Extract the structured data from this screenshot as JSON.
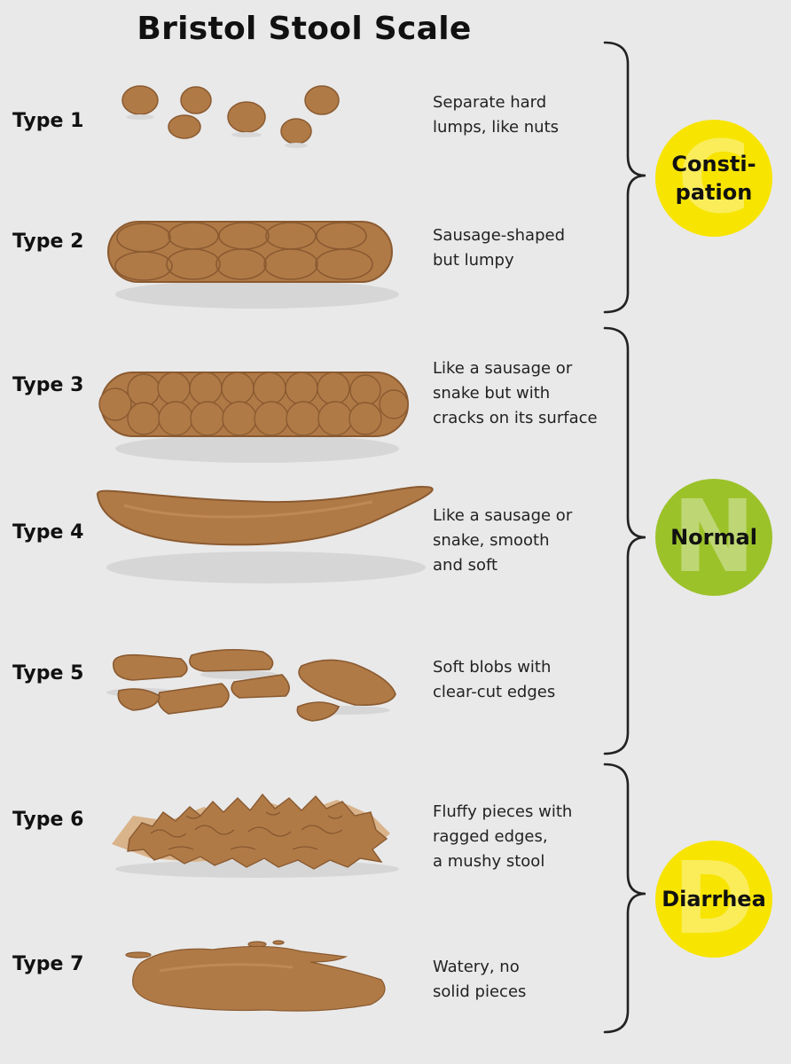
{
  "title": "Bristol Stool Scale",
  "types": [
    {
      "label": "Type 1",
      "description": [
        "Separate hard",
        "lumps, like nuts"
      ]
    },
    {
      "label": "Type 2",
      "description": [
        "Sausage-shaped",
        "but lumpy"
      ]
    },
    {
      "label": "Type 3",
      "description": [
        "Like a sausage or",
        "snake but with",
        "cracks on its surface"
      ]
    },
    {
      "label": "Type 4",
      "description": [
        "Like a sausage or",
        "snake, smooth",
        "and soft"
      ]
    },
    {
      "label": "Type 5",
      "description": [
        "Soft blobs with",
        "clear-cut edges"
      ]
    },
    {
      "label": "Type 6",
      "description": [
        "Fluffy pieces with",
        "ragged edges,",
        "a mushy stool"
      ]
    },
    {
      "label": "Type 7",
      "description": [
        "Watery, no",
        "solid pieces"
      ]
    }
  ],
  "categories": [
    {
      "lines": [
        "Consti-",
        "pation"
      ],
      "letter": "C",
      "color": "#f7e400"
    },
    {
      "lines": [
        "Normal"
      ],
      "letter": "N",
      "color": "#9cc22a"
    },
    {
      "lines": [
        "Diarrhea"
      ],
      "letter": "D",
      "color": "#f7e400"
    }
  ],
  "colors": {
    "stool": "#b07a47",
    "stool_outline": "#8a5a30",
    "background": "#e9e9e9"
  }
}
